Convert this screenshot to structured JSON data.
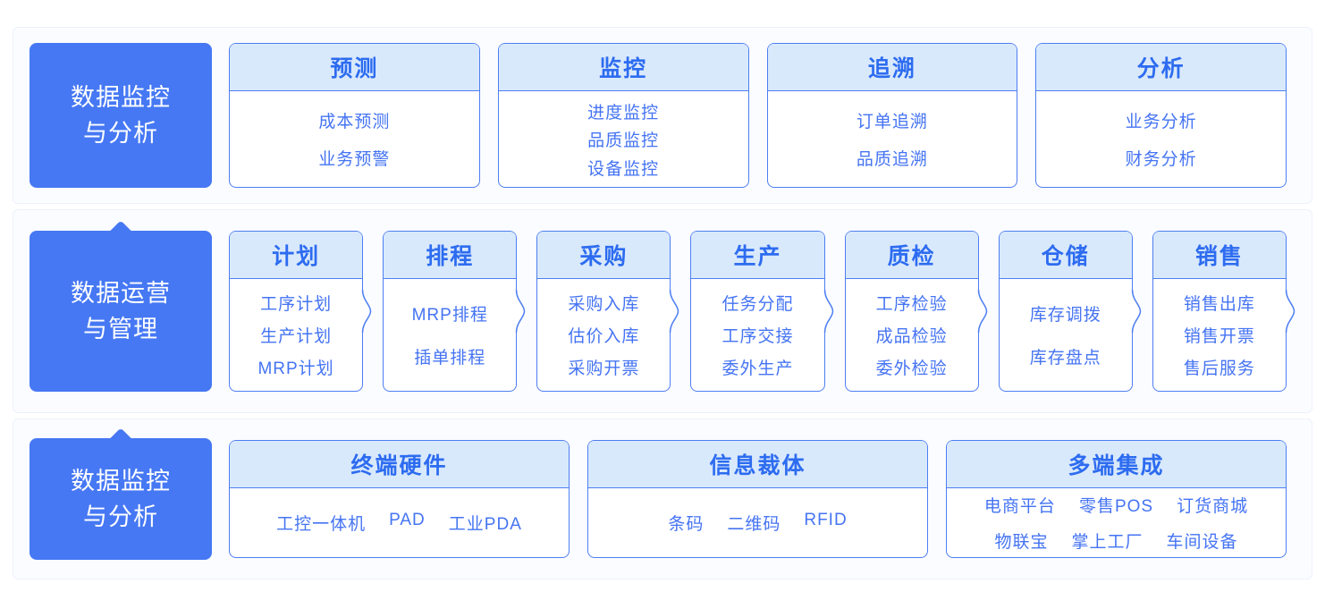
{
  "rows": [
    {
      "label": {
        "line1": "数据监控",
        "line2": "与分析"
      },
      "cards": [
        {
          "title": "预测",
          "items": [
            "成本预测",
            "业务预警"
          ]
        },
        {
          "title": "监控",
          "items": [
            "进度监控",
            "品质监控",
            "设备监控"
          ]
        },
        {
          "title": "追溯",
          "items": [
            "订单追溯",
            "品质追溯"
          ]
        },
        {
          "title": "分析",
          "items": [
            "业务分析",
            "财务分析"
          ]
        }
      ]
    },
    {
      "label": {
        "line1": "数据运营",
        "line2": "与管理"
      },
      "cards": [
        {
          "title": "计划",
          "items": [
            "工序计划",
            "生产计划",
            "MRP计划"
          ]
        },
        {
          "title": "排程",
          "items": [
            "MRP排程",
            "插单排程"
          ]
        },
        {
          "title": "采购",
          "items": [
            "采购入库",
            "估价入库",
            "采购开票"
          ]
        },
        {
          "title": "生产",
          "items": [
            "任务分配",
            "工序交接",
            "委外生产"
          ]
        },
        {
          "title": "质检",
          "items": [
            "工序检验",
            "成品检验",
            "委外检验"
          ]
        },
        {
          "title": "仓储",
          "items": [
            "库存调拨",
            "库存盘点"
          ]
        },
        {
          "title": "销售",
          "items": [
            "销售出库",
            "销售开票",
            "售后服务"
          ]
        }
      ]
    },
    {
      "label": {
        "line1": "数据监控",
        "line2": "与分析"
      },
      "cards": [
        {
          "title": "终端硬件",
          "items": [
            "工控一体机",
            "PAD",
            "工业PDA"
          ]
        },
        {
          "title": "信息裁体",
          "items": [
            "条码",
            "二维码",
            "RFID"
          ]
        },
        {
          "title": "多端集成",
          "items": [
            "电商平台",
            "零售POS",
            "订货商城",
            "物联宝",
            "掌上工厂",
            "车间设备"
          ]
        }
      ]
    }
  ],
  "colors": {
    "accent_blue": "#4678f4",
    "card_border": "#4d7ef2",
    "card_header_bg": "#d9e9fc",
    "card_title_text": "#2d6cf0",
    "card_item_text": "#4574f3",
    "panel_bg": "#fbfcff",
    "label_text": "#ffffff"
  }
}
